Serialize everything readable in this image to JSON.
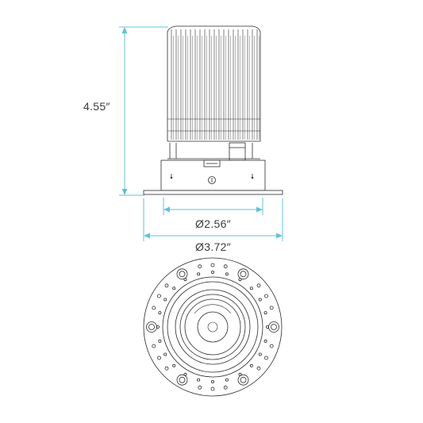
{
  "dimensions": {
    "height_label": "4.55″",
    "inner_diameter_label": "Ø2.56″",
    "outer_diameter_label": "Ø3.72″"
  },
  "colors": {
    "dimension_line": "#5fc3d8",
    "outline": "#2a2a2a",
    "background": "#ffffff"
  }
}
